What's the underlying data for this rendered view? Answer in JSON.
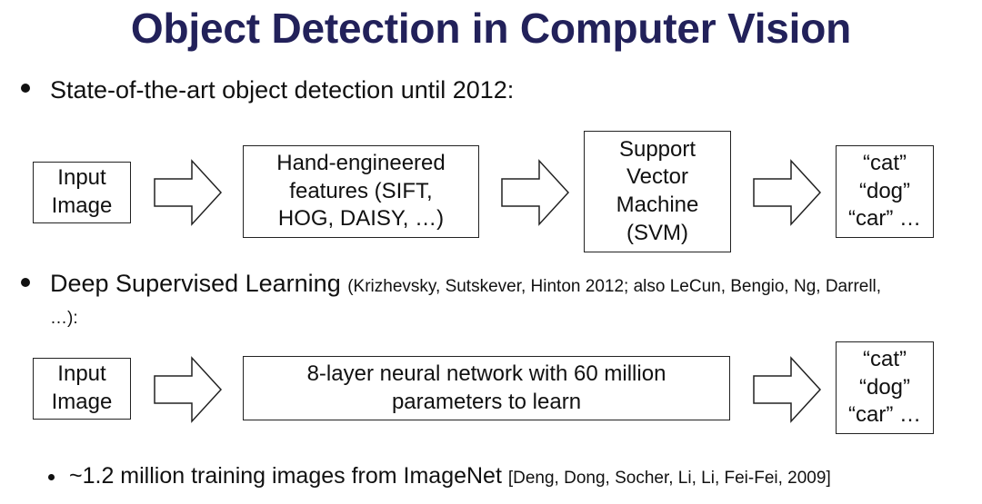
{
  "title": "Object Detection in Computer Vision",
  "section1": {
    "bullet_text": "State-of-the-art object detection until 2012:",
    "pipeline": {
      "input_box": [
        "Input",
        "Image"
      ],
      "features_box": [
        "Hand-engineered",
        "features (SIFT,",
        "HOG, DAISY, …)"
      ],
      "svm_box": [
        "Support",
        "Vector",
        "Machine",
        "(SVM)"
      ],
      "output_box": [
        "“cat”",
        "“dog”",
        "“car” …"
      ]
    }
  },
  "section2": {
    "bullet_text": "Deep Supervised Learning",
    "citation_line1": "(Krizhevsky, Sutskever, Hinton 2012; also LeCun, Bengio, Ng, Darrell,",
    "citation_line2": "…):",
    "pipeline": {
      "input_box": [
        "Input",
        "Image"
      ],
      "network_box": [
        "8-layer neural network with 60 million",
        "parameters to learn"
      ],
      "output_box": [
        "“cat”",
        "“dog”",
        "“car” …"
      ]
    }
  },
  "sub_bullet": {
    "text": "~1.2 million training images from ImageNet",
    "citation": "[Deng, Dong, Socher, Li, Li, Fei-Fei, 2009]"
  }
}
